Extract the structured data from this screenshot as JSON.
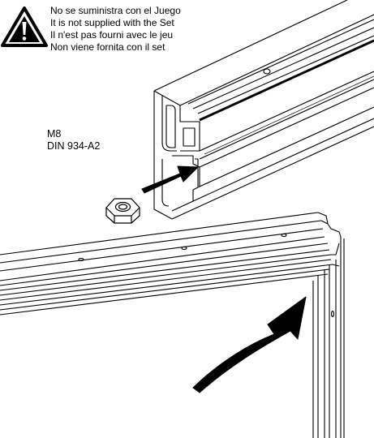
{
  "warning": {
    "icon": "warning-triangle-icon",
    "lines": [
      "No se suministra con el Juego",
      "It is not supplied with the Set",
      "Il n'est pas fourni avec le jeu",
      "Non viene fornita con il set"
    ]
  },
  "part": {
    "size": "M8",
    "standard": "DIN 934-A2",
    "icon": "hex-nut-icon"
  },
  "colors": {
    "line": "#000000",
    "background": "#ffffff",
    "arrow": "#000000"
  }
}
